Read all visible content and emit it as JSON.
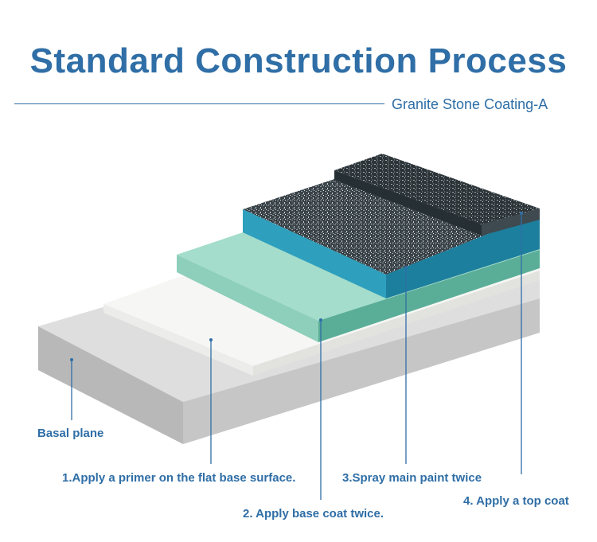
{
  "header": {
    "title": "Standard Construction Process",
    "subtitle": "Granite Stone Coating-A"
  },
  "layers": [
    {
      "id": "basal",
      "label": "Basal plane",
      "color": "#cfcfcf"
    },
    {
      "id": "primer",
      "label": "1.Apply a primer on the flat base surface.",
      "color": "#f4f4f2"
    },
    {
      "id": "base",
      "label": "2. Apply base coat twice.",
      "color": "#9fdcc9"
    },
    {
      "id": "main",
      "label": "3.Spray main paint twice",
      "color": "#2aa0bf"
    },
    {
      "id": "top",
      "label": "4. Apply a top coat",
      "color": "#3c4b52"
    }
  ],
  "colors": {
    "accent": "#2f6ea6"
  }
}
